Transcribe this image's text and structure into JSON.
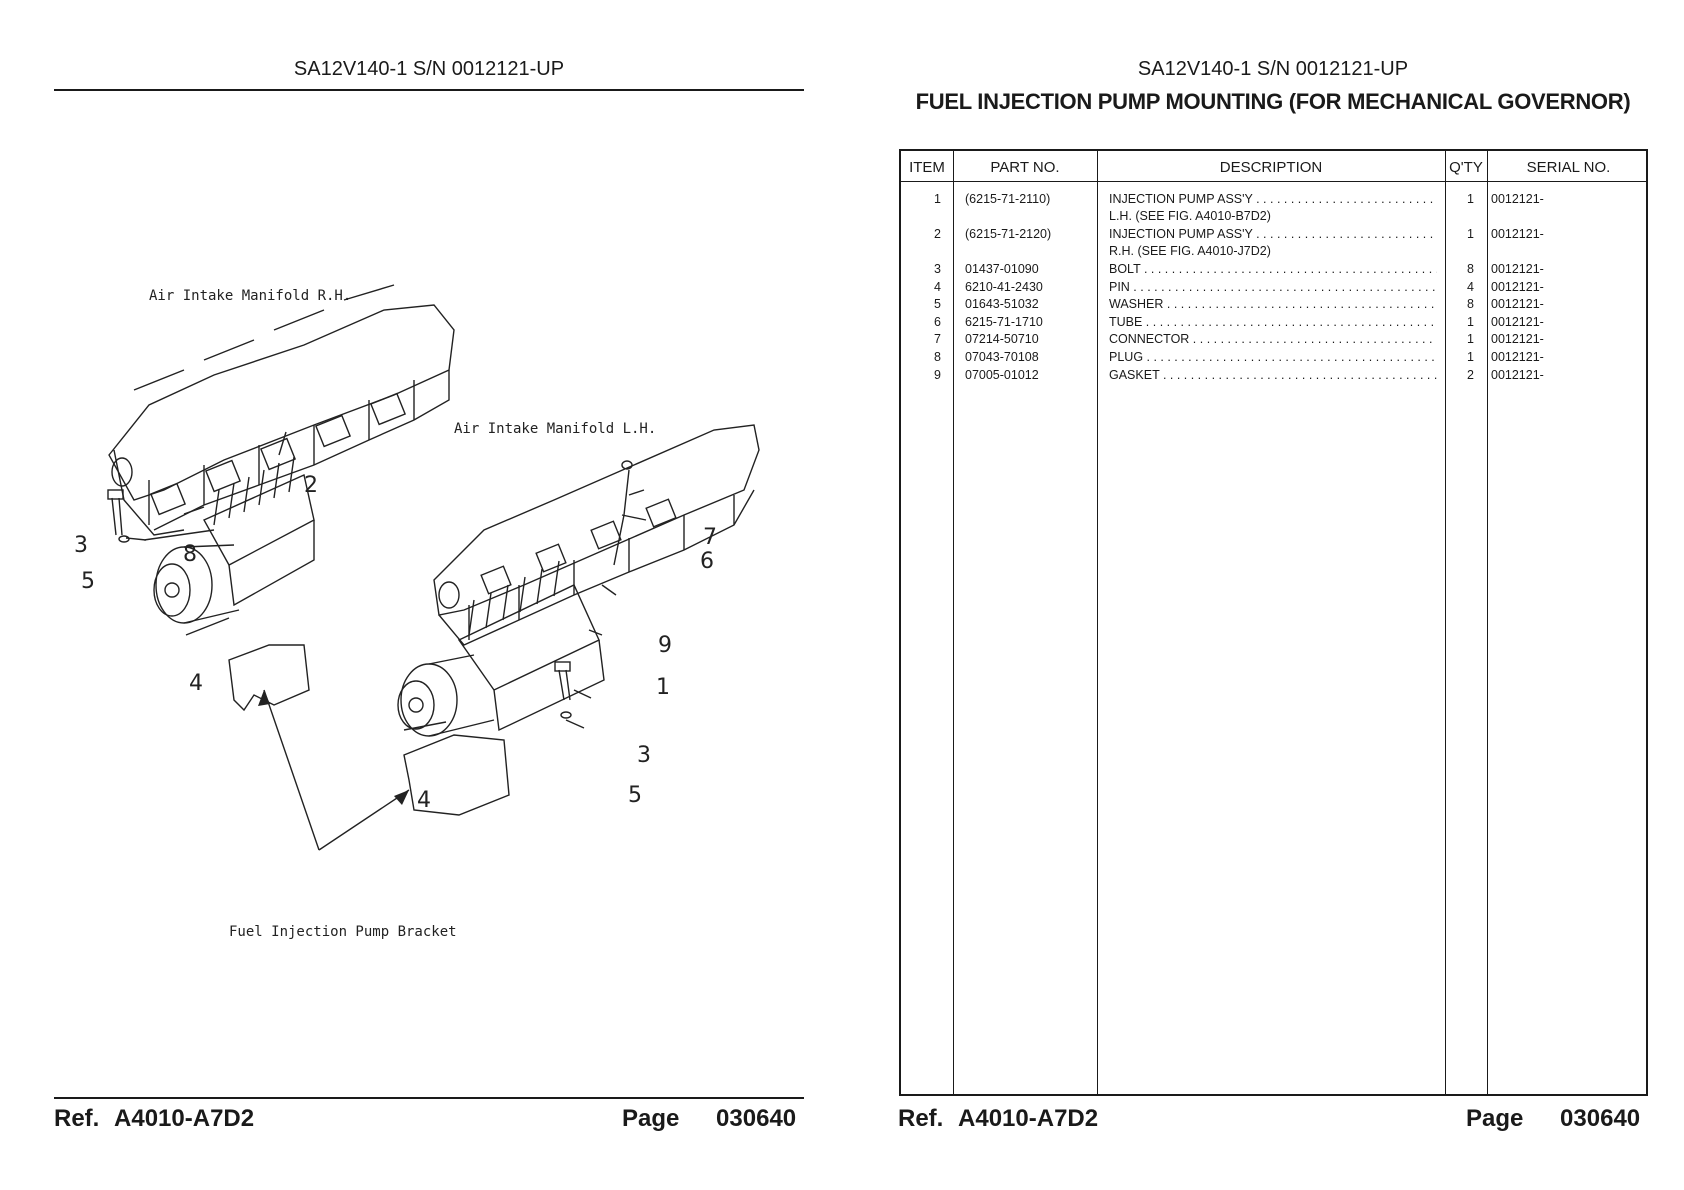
{
  "left_page": {
    "model_header": "SA12V140-1 S/N 0012121-UP",
    "labels": {
      "manifold_rh": "Air Intake Manifold R.H.",
      "manifold_lh": "Air Intake Manifold L.H.",
      "bracket": "Fuel Injection Pump Bracket"
    },
    "callouts": [
      "1",
      "2",
      "3",
      "4",
      "5",
      "6",
      "7",
      "8",
      "9",
      "3",
      "4",
      "5"
    ],
    "footer": {
      "ref_label": "Ref.",
      "ref_value": "A4010-A7D2",
      "page_label": "Page",
      "page_value": "030640"
    }
  },
  "right_page": {
    "model_header": "SA12V140-1 S/N 0012121-UP",
    "title": "FUEL INJECTION PUMP MOUNTING (FOR MECHANICAL GOVERNOR)",
    "table": {
      "headers": {
        "item": "ITEM",
        "part_no": "PART NO.",
        "description": "DESCRIPTION",
        "qty": "Q'TY",
        "serial_no": "SERIAL NO."
      },
      "rows": [
        {
          "item": "1",
          "part_no": "(6215-71-2110)",
          "description": "INJECTION PUMP ASS'Y",
          "note": "L.H. (SEE FIG. A4010-B7D2)",
          "qty": "1",
          "serial": "0012121-"
        },
        {
          "item": "2",
          "part_no": "(6215-71-2120)",
          "description": "INJECTION PUMP ASS'Y",
          "note": "R.H. (SEE FIG. A4010-J7D2)",
          "qty": "1",
          "serial": "0012121-"
        },
        {
          "item": "3",
          "part_no": "01437-01090",
          "description": "BOLT",
          "note": "",
          "qty": "8",
          "serial": "0012121-"
        },
        {
          "item": "4",
          "part_no": "6210-41-2430",
          "description": "PIN",
          "note": "",
          "qty": "4",
          "serial": "0012121-"
        },
        {
          "item": "5",
          "part_no": "01643-51032",
          "description": "WASHER",
          "note": "",
          "qty": "8",
          "serial": "0012121-"
        },
        {
          "item": "6",
          "part_no": "6215-71-1710",
          "description": "TUBE",
          "note": "",
          "qty": "1",
          "serial": "0012121-"
        },
        {
          "item": "7",
          "part_no": "07214-50710",
          "description": "CONNECTOR",
          "note": "",
          "qty": "1",
          "serial": "0012121-"
        },
        {
          "item": "8",
          "part_no": "07043-70108",
          "description": "PLUG",
          "note": "",
          "qty": "1",
          "serial": "0012121-"
        },
        {
          "item": "9",
          "part_no": "07005-01012",
          "description": "GASKET",
          "note": "",
          "qty": "2",
          "serial": "0012121-"
        }
      ]
    },
    "footer": {
      "ref_label": "Ref.",
      "ref_value": "A4010-A7D2",
      "page_label": "Page",
      "page_value": "030640"
    }
  }
}
